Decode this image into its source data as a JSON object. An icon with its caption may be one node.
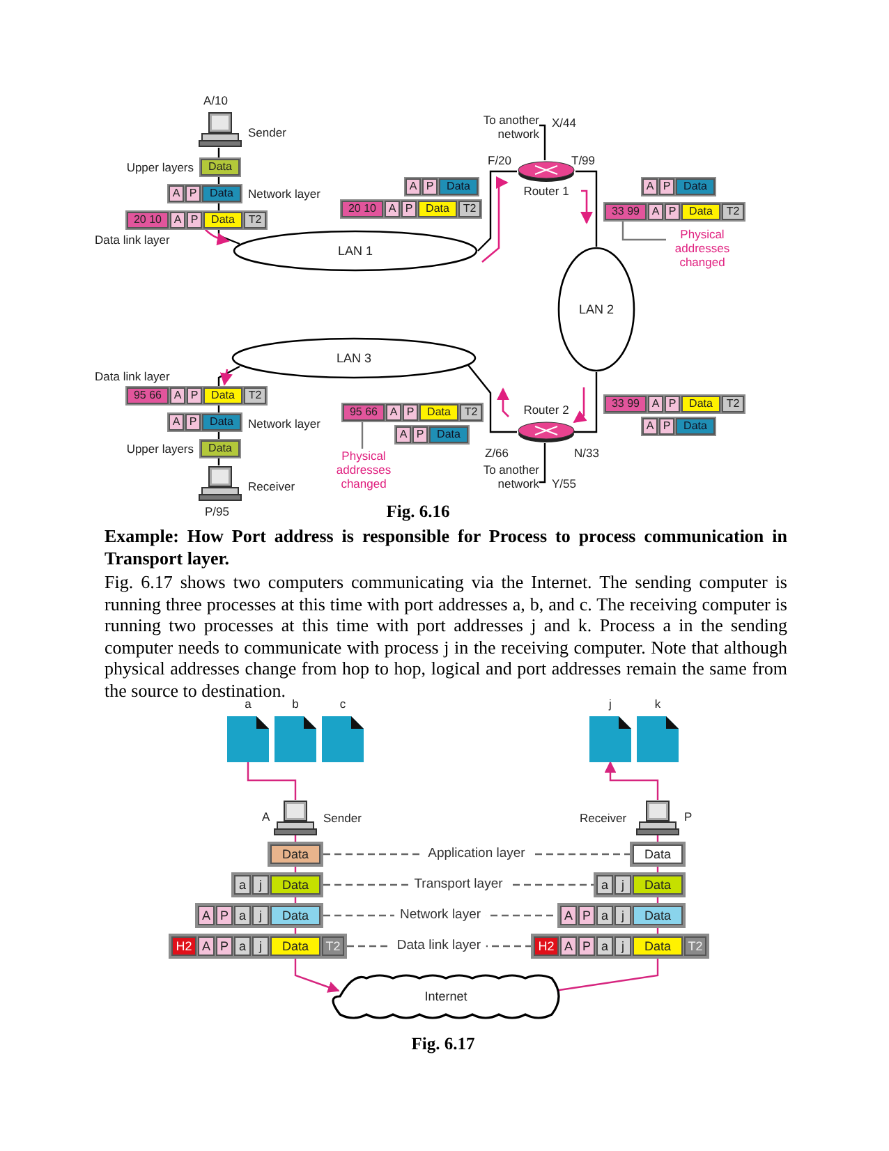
{
  "diagram": {
    "nodes": [
      {
        "text": [
          "Sender"
        ],
        "beside": [
          "A/10"
        ]
      },
      {
        "text": [
          "Data"
        ],
        "beside": [
          "Upper layers"
        ]
      },
      {
        "text": [
          "A",
          "P",
          "Data"
        ],
        "beside": [
          "Network layer"
        ]
      },
      {
        "text": [
          "20 10",
          "A",
          "P",
          "Data",
          "T2"
        ],
        "beside": [
          "Data link layer"
        ]
      },
      {
        "text": [
          "LAN 1"
        ]
      },
      {
        "text": [
          "A",
          "P",
          "Data"
        ]
      },
      {
        "text": [
          "20 10",
          "A",
          "P",
          "Data",
          "T2"
        ]
      },
      {
        "text": [
          "Router 1"
        ],
        "beside": [
          "F/20",
          "T/99"
        ]
      },
      {
        "text": [
          "To another network"
        ],
        "beside": [
          "X/44"
        ]
      },
      {
        "text": [
          "A",
          "P",
          "Data"
        ]
      },
      {
        "text": [
          "33 99",
          "A",
          "P",
          "Data",
          "T2"
        ]
      },
      {
        "text": [
          "Physical addresses changed"
        ]
      },
      {
        "text": [
          "LAN 2"
        ]
      },
      {
        "text": [
          "33 99",
          "A",
          "P",
          "Data",
          "T2"
        ]
      },
      {
        "text": [
          "A",
          "P",
          "Data"
        ]
      },
      {
        "text": [
          "Router 2"
        ],
        "beside": [
          "Z/66",
          "N/33"
        ]
      },
      {
        "text": [
          "To another network"
        ],
        "beside": [
          "Y/55"
        ]
      },
      {
        "text": [
          "LAN 3"
        ]
      },
      {
        "text": [
          "95 66",
          "A",
          "P",
          "Data",
          "T2"
        ]
      },
      {
        "text": [
          "A",
          "P",
          "Data"
        ]
      },
      {
        "text": [
          "Physical addresses changed"
        ]
      },
      {
        "text": [
          "95 66",
          "A",
          "P",
          "Data",
          "T2"
        ],
        "beside": [
          "Data link layer"
        ]
      },
      {
        "text": [
          "A",
          "P",
          "Data"
        ],
        "beside": [
          "Network layer"
        ]
      },
      {
        "text": [
          "Data"
        ],
        "beside": [
          "Upper layers"
        ]
      },
      {
        "text": [
          "Receiver"
        ],
        "beside": [
          "P/95"
        ]
      },
      {
        "text": [
          "a"
        ]
      },
      {
        "text": [
          "b"
        ]
      },
      {
        "text": [
          "c"
        ]
      },
      {
        "text": [
          "j"
        ]
      },
      {
        "text": [
          "k"
        ]
      },
      {
        "text": [
          "Sender"
        ],
        "beside": [
          "A"
        ]
      },
      {
        "text": [
          "Data"
        ]
      },
      {
        "text": [
          "a",
          "j",
          "Data"
        ]
      },
      {
        "text": [
          "A",
          "P",
          "a",
          "j",
          "Data"
        ]
      },
      {
        "text": [
          "H2",
          "A",
          "P",
          "a",
          "j",
          "Data",
          "T2"
        ]
      },
      {
        "text": [
          "Internet"
        ]
      },
      {
        "text": [
          "H2",
          "A",
          "P",
          "a",
          "j",
          "Data",
          "T2"
        ]
      },
      {
        "text": [
          "A",
          "P",
          "a",
          "j",
          "Data"
        ]
      },
      {
        "text": [
          "a",
          "j",
          "Data"
        ]
      },
      {
        "text": [
          "Data"
        ]
      },
      {
        "text": [
          "Receiver"
        ],
        "beside": [
          "P"
        ]
      }
    ],
    "edges": [
      {
        "from": 0,
        "to": 1,
        "arrow": "none"
      },
      {
        "from": 1,
        "to": 2,
        "arrow": "none"
      },
      {
        "from": 2,
        "to": 3,
        "arrow": "none"
      },
      {
        "from": 3,
        "to": 4,
        "arrow": "none"
      },
      {
        "from": 4,
        "to": 7,
        "arrow": "none"
      },
      {
        "from": 7,
        "to": 8,
        "arrow": "none"
      },
      {
        "from": 7,
        "to": 12,
        "arrow": "none"
      },
      {
        "from": 12,
        "to": 15,
        "arrow": "none"
      },
      {
        "from": 15,
        "to": 16,
        "arrow": "none"
      },
      {
        "from": 15,
        "to": 17,
        "arrow": "none"
      },
      {
        "from": 11,
        "to": 10,
        "arrow": "none",
        "color": "#777777"
      },
      {
        "from": 20,
        "to": 18,
        "arrow": "none",
        "color": "#777777"
      },
      {
        "from": 17,
        "to": 21,
        "arrow": "none"
      },
      {
        "from": 21,
        "to": 22,
        "arrow": "none"
      },
      {
        "from": 22,
        "to": 23,
        "arrow": "none"
      },
      {
        "from": 23,
        "to": 24,
        "arrow": "none"
      },
      {
        "from": 25,
        "to": 30,
        "arrow": "none",
        "color": "#d6247e"
      },
      {
        "from": 30,
        "to": 31,
        "arrow": "none",
        "color": "#d6247e"
      },
      {
        "from": 31,
        "to": 32,
        "arrow": "none",
        "color": "#d6247e"
      },
      {
        "from": 32,
        "to": 33,
        "arrow": "none",
        "color": "#d6247e"
      },
      {
        "from": 33,
        "to": 34,
        "arrow": "none",
        "color": "#d6247e"
      },
      {
        "from": 34,
        "to": 35,
        "arrow": "to",
        "color": "#d6247e"
      },
      {
        "from": 35,
        "to": 36,
        "arrow": "none",
        "color": "#d6247e"
      },
      {
        "from": 36,
        "to": 37,
        "arrow": "none",
        "color": "#d6247e"
      },
      {
        "from": 37,
        "to": 38,
        "arrow": "none",
        "color": "#d6247e"
      },
      {
        "from": 38,
        "to": 39,
        "arrow": "none",
        "color": "#d6247e"
      },
      {
        "from": 39,
        "to": 40,
        "arrow": "none",
        "color": "#d6247e"
      },
      {
        "from": 40,
        "to": 28,
        "arrow": "to",
        "color": "#d6247e"
      },
      {
        "from": 31,
        "to": 39,
        "arrow": "none",
        "label": "Application layer",
        "style": "dashed",
        "color": "#666666"
      },
      {
        "from": 32,
        "to": 38,
        "arrow": "none",
        "label": "Transport layer",
        "style": "dashed",
        "color": "#666666"
      },
      {
        "from": 33,
        "to": 37,
        "arrow": "none",
        "label": "Network layer",
        "style": "dashed",
        "color": "#666666"
      },
      {
        "from": 34,
        "to": 36,
        "arrow": "none",
        "label": "Data link layer",
        "style": "dashed",
        "color": "#666666"
      }
    ],
    "labels": [
      "Fig. 6.16",
      "Example: How Port address is responsible for Process to process communication in Transport layer.",
      "Fig. 6.17 shows two computers communicating via the Internet. The sending computer is running three processes at this time with port addresses a, b, and c. The receiving computer is running two processes at this time with port addresses j and k. Process a in the sending computer needs to communicate with process j in the receiving computer. Note that although physical addresses change from hop to hop, logical and port addresses remain the same from the source to destination.",
      "Fig. 6.17"
    ]
  }
}
